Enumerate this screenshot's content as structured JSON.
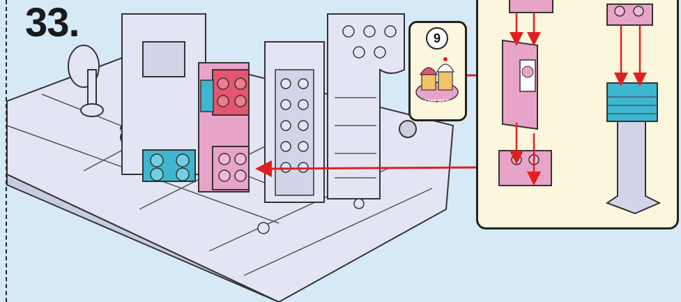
{
  "step": {
    "number": "33."
  },
  "sticker": {
    "number": "9",
    "label": "CAKE SHOP"
  },
  "colors": {
    "background": "#d6e9f7",
    "pink": "#e8a3c8",
    "pink_dark": "#d86f9a",
    "red": "#e5556f",
    "cyan": "#3fb6cf",
    "lavender": "#e4e5f4",
    "callout_bg": "#fbf6dc",
    "arrow": "#e02020"
  }
}
